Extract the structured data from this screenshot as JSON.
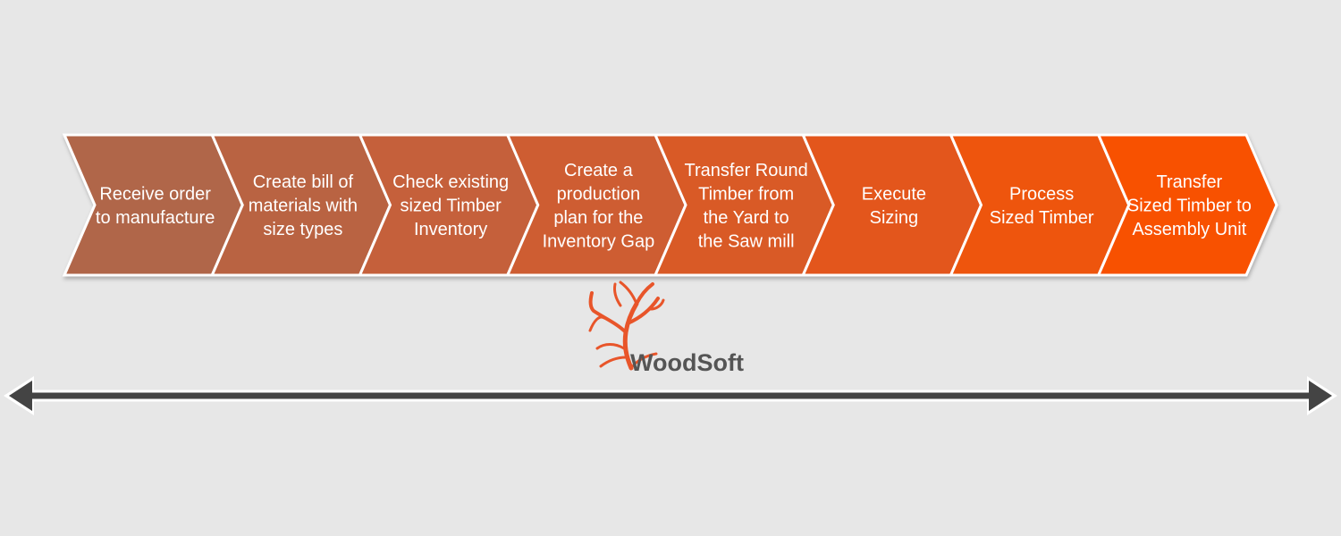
{
  "process": {
    "steps": [
      {
        "label": "Receive order\nto manufacture",
        "color": "#b0664a"
      },
      {
        "label": "Create bill of\nmaterials with\nsize types",
        "color": "#b96443"
      },
      {
        "label": "Check existing\nsized Timber\nInventory",
        "color": "#c5613a"
      },
      {
        "label": "Create a\nproduction\nplan for the\nInventory Gap",
        "color": "#ce5d32"
      },
      {
        "label": "Transfer Round\nTimber from\nthe Yard to\nthe Saw mill",
        "color": "#d95a27"
      },
      {
        "label": "Execute\nSizing",
        "color": "#e3571d"
      },
      {
        "label": "Process\nSized Timber",
        "color": "#ee5410"
      },
      {
        "label": "Transfer\nSized Timber to\nAssembly Unit",
        "color": "#f85102"
      }
    ]
  },
  "logo": {
    "text": "WoodSoft",
    "icon": "tree-roots-icon",
    "icon_color": "#e8552a"
  },
  "timeline": {
    "icon": "double-headed-arrow-icon",
    "color": "#444444"
  }
}
